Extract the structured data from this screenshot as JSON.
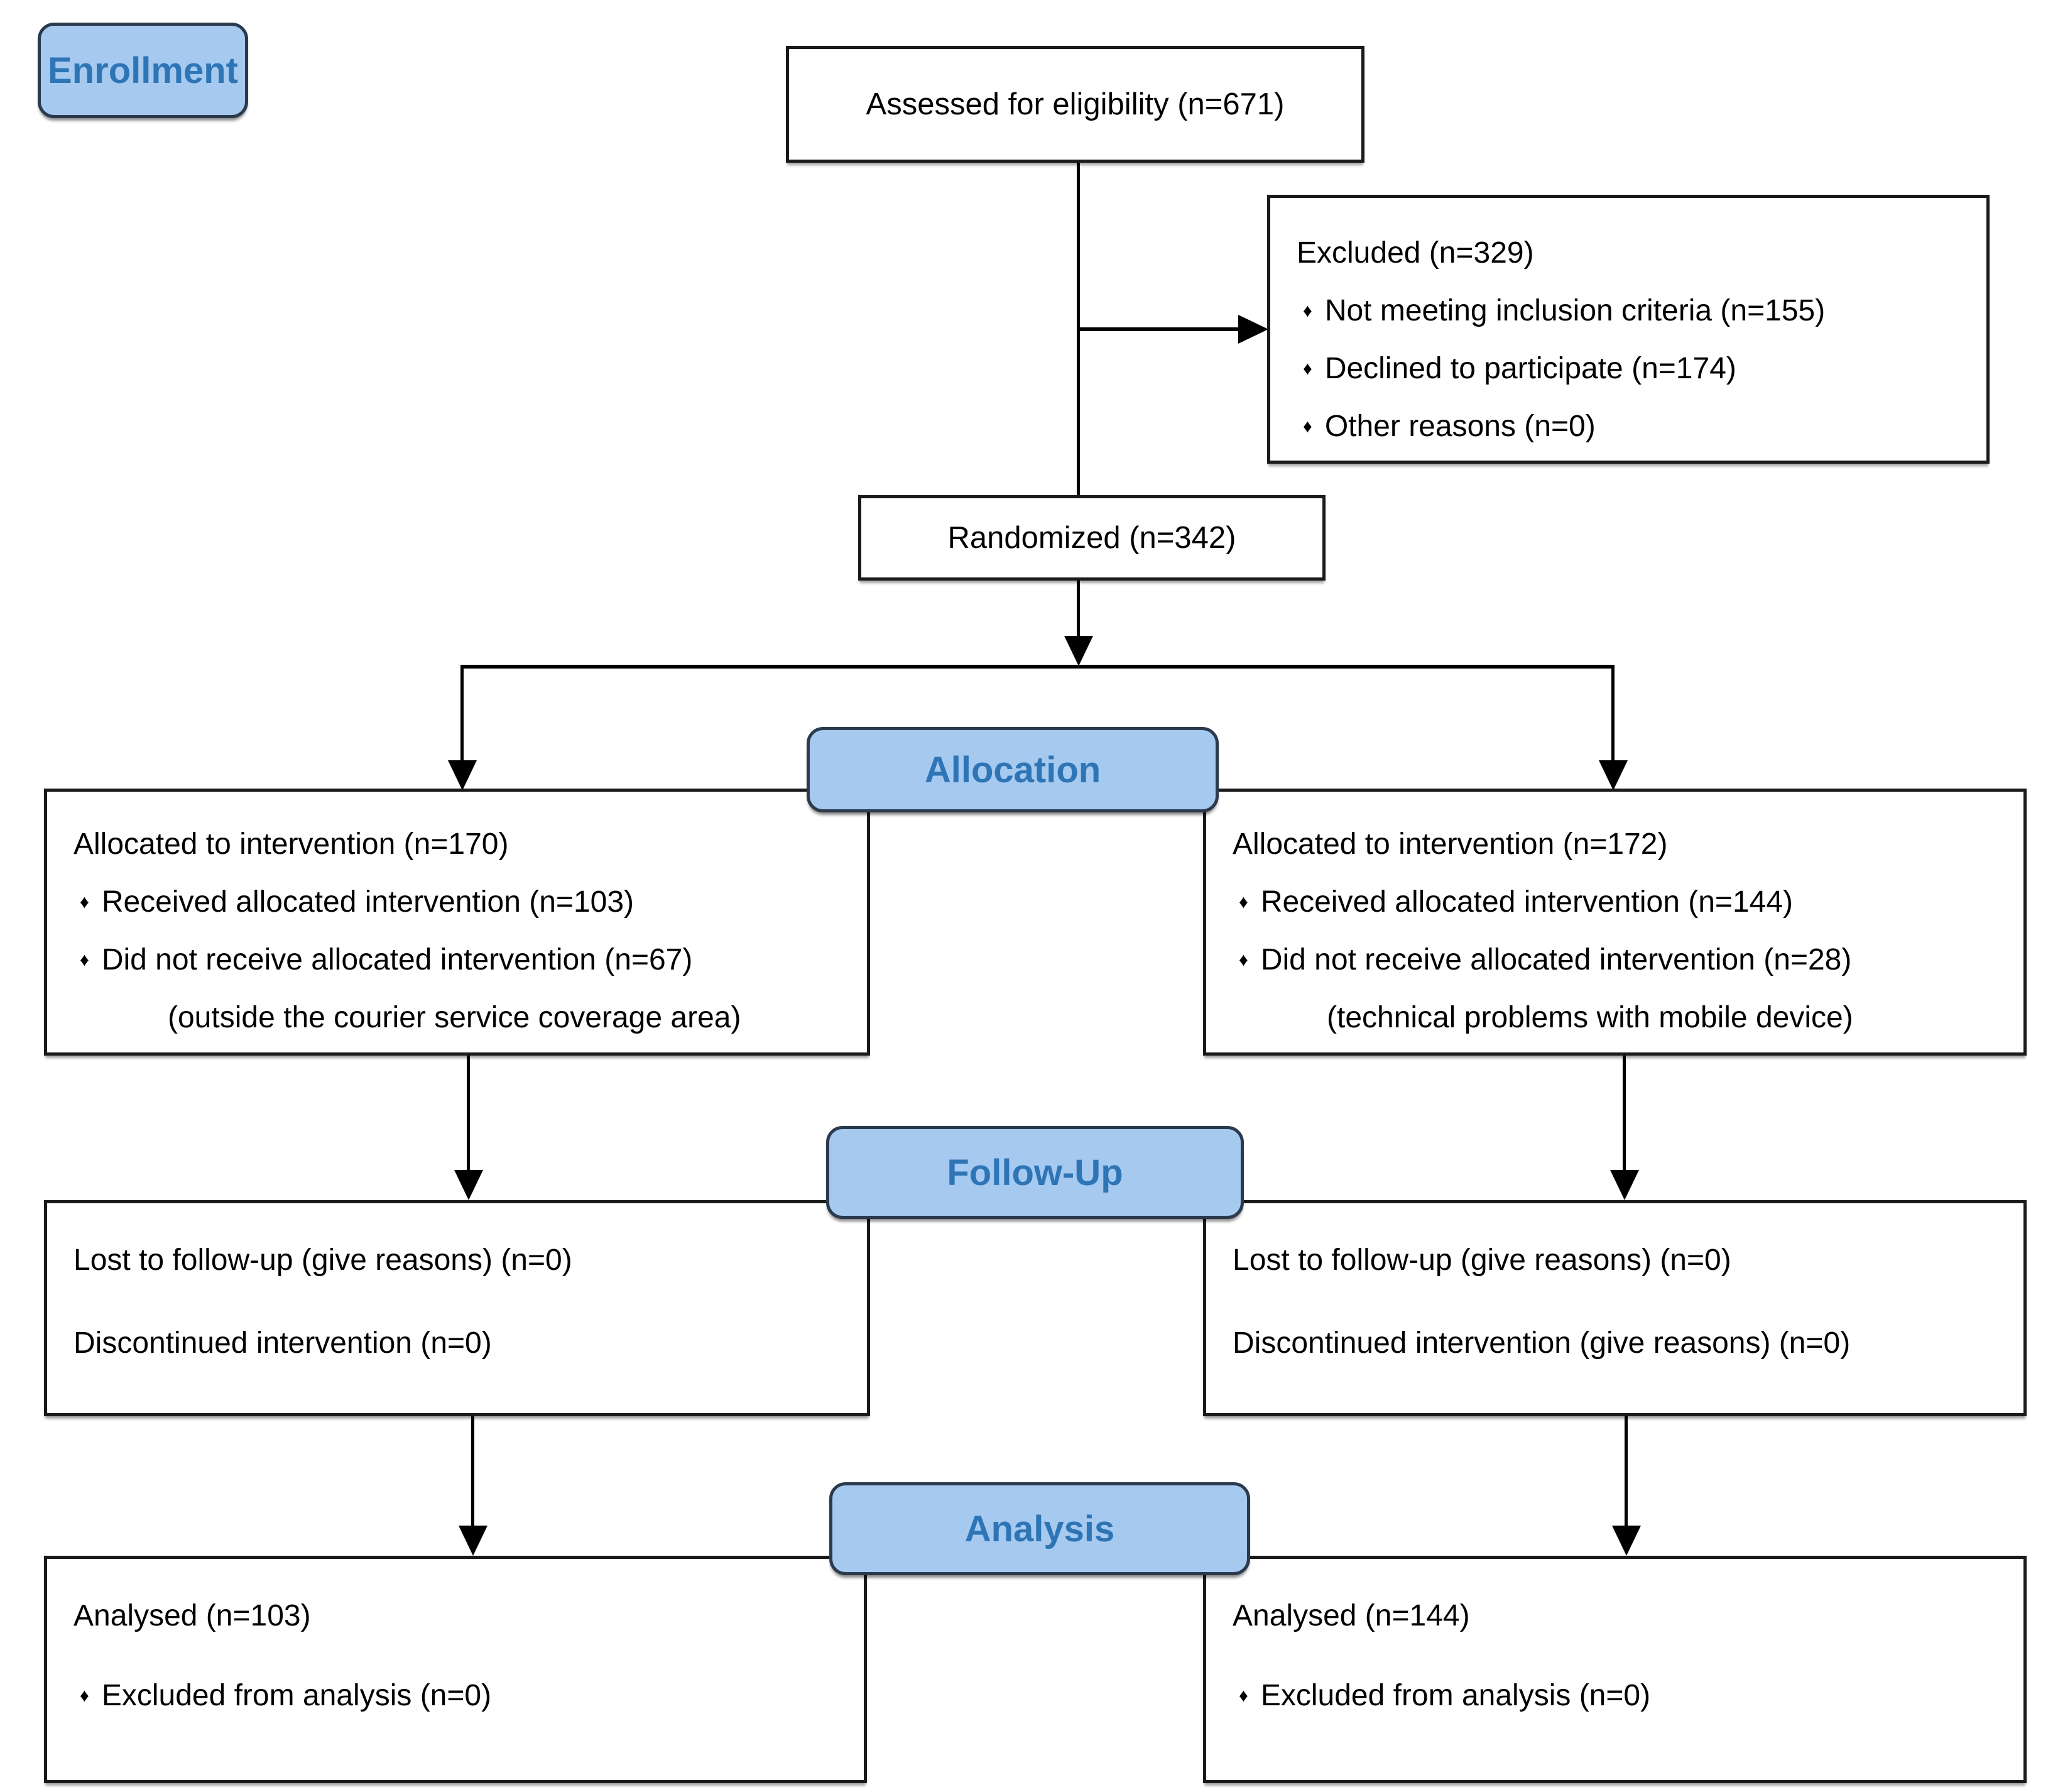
{
  "stage_labels": {
    "enrollment": "Enrollment",
    "allocation": "Allocation",
    "followup": "Follow-Up",
    "analysis": "Analysis"
  },
  "boxes": {
    "assessed": {
      "text": "Assessed for eligibility (n=671)"
    },
    "excluded": {
      "title": "Excluded (n=329)",
      "bullets": [
        "Not meeting inclusion criteria (n=155)",
        "Declined to participate (n=174)",
        "Other reasons (n=0)"
      ]
    },
    "randomized": {
      "text": "Randomized (n=342)"
    },
    "allocation_left": {
      "title": "Allocated to intervention (n=170)",
      "bullets": [
        "Received allocated intervention (n=103)",
        "Did not receive allocated intervention (n=67)"
      ],
      "note": "(outside the courier service coverage area)"
    },
    "allocation_right": {
      "title": "Allocated to intervention (n=172)",
      "bullets": [
        "Received allocated intervention (n=144)",
        "Did not receive allocated intervention (n=28)"
      ],
      "note": "(technical problems with mobile device)"
    },
    "followup_left": {
      "line1": "Lost to follow-up (give reasons) (n=0)",
      "line2": "Discontinued intervention (n=0)"
    },
    "followup_right": {
      "line1": "Lost to follow-up (give reasons) (n=0)",
      "line2": "Discontinued intervention (give reasons) (n=0)"
    },
    "analysis_left": {
      "title": "Analysed (n=103)",
      "bullets": [
        "Excluded from analysis (n=0)"
      ]
    },
    "analysis_right": {
      "title": "Analysed (n=144)",
      "bullets": [
        "Excluded from analysis (n=0)"
      ]
    }
  },
  "bullet_glyph": "♦",
  "colors": {
    "badge_fill": "#A6C9F0",
    "badge_text": "#2E75B6",
    "badge_border": "#2B3A4D",
    "box_border": "#1A1A1A",
    "line": "#000000"
  }
}
